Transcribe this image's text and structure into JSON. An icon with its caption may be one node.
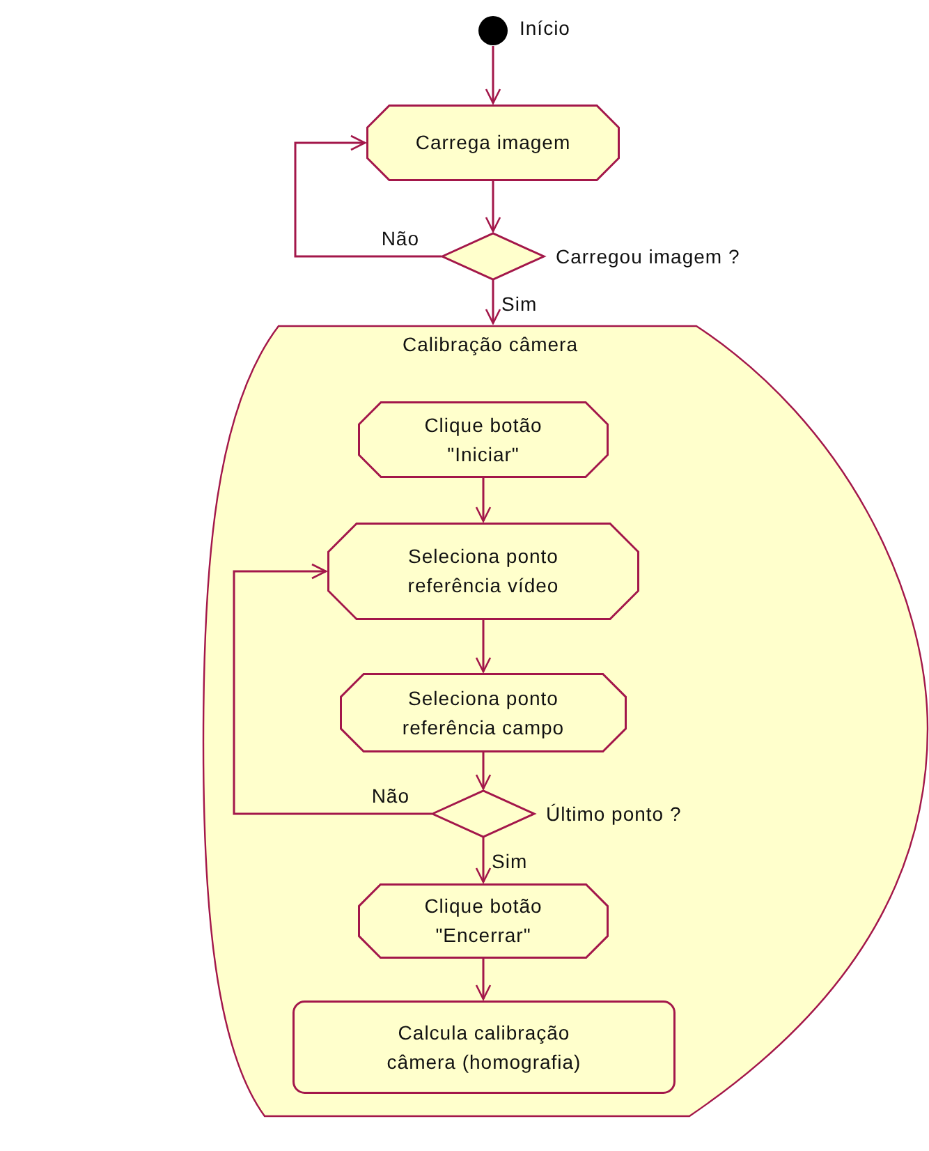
{
  "diagram": {
    "nodes": [
      {
        "text": [],
        "shape": "circle",
        "beside": [
          "Início"
        ]
      },
      {
        "text": [
          "Carrega imagem"
        ]
      },
      {
        "text": [],
        "shape": "diamond",
        "beside": [
          "Carregou imagem ?"
        ]
      },
      {
        "text": [
          "Calibração câmera"
        ]
      },
      {
        "text": [
          "Clique botão \"Iniciar\""
        ],
        "in": 3
      },
      {
        "text": [
          "Seleciona ponto referência vídeo"
        ],
        "in": 3
      },
      {
        "text": [
          "Seleciona ponto referência campo"
        ],
        "in": 3
      },
      {
        "text": [],
        "shape": "diamond",
        "beside": [
          "Último ponto ?"
        ],
        "in": 3
      },
      {
        "text": [
          "Clique botão \"Encerrar\""
        ],
        "in": 3
      },
      {
        "text": [
          "Calcula calibração câmera (homografia)"
        ],
        "in": 3
      }
    ],
    "edges": [
      {
        "from": 0,
        "to": 1,
        "arrow": "to"
      },
      {
        "from": 1,
        "to": 2,
        "arrow": "to"
      },
      {
        "from": 2,
        "to": 1,
        "arrow": "to",
        "label": "Não"
      },
      {
        "from": 2,
        "to": 3,
        "arrow": "to",
        "label": "Sim"
      },
      {
        "from": 4,
        "to": 5,
        "arrow": "to"
      },
      {
        "from": 5,
        "to": 6,
        "arrow": "to"
      },
      {
        "from": 6,
        "to": 7,
        "arrow": "to"
      },
      {
        "from": 7,
        "to": 5,
        "arrow": "to",
        "label": "Não"
      },
      {
        "from": 7,
        "to": 8,
        "arrow": "to",
        "label": "Sim"
      },
      {
        "from": 8,
        "to": 9,
        "arrow": "to"
      }
    ]
  }
}
